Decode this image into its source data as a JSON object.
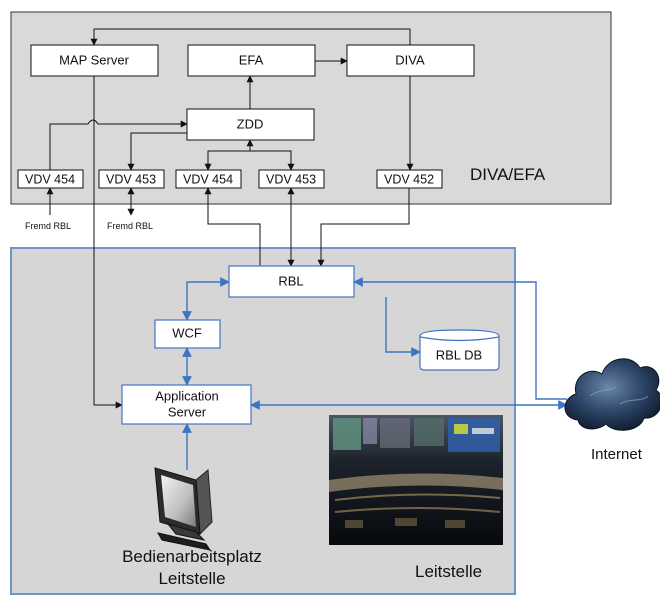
{
  "regions": {
    "diva_efa": "DIVA/EFA",
    "leitstelle": "Leitstelle"
  },
  "nodes": {
    "map_server": "MAP Server",
    "efa": "EFA",
    "diva": "DIVA",
    "zdd": "ZDD",
    "vdv454_left": "VDV 454",
    "vdv453_left": "VDV 453",
    "vdv454_mid": "VDV 454",
    "vdv453_mid": "VDV 453",
    "vdv452": "VDV 452",
    "rbl": "RBL",
    "wcf": "WCF",
    "rbl_db": "RBL DB",
    "app_server_line1": "Application",
    "app_server_line2": "Server"
  },
  "labels": {
    "fremd_rbl_1": "Fremd RBL",
    "fremd_rbl_2": "Fremd RBL",
    "internet": "Internet",
    "workstation_line1": "Bedienarbeitsplatz",
    "workstation_line2": "Leitstelle"
  },
  "icons": {
    "cloud": "internet-cloud-icon",
    "monitor": "workstation-monitor-icon",
    "photo": "control-room-photo"
  },
  "colors": {
    "black_line": "#111111",
    "blue_line": "#3f74c4",
    "diva_fill": "#d9d9d9",
    "leitstelle_fill": "#d6d6d6",
    "leitstelle_border": "#6e95c9"
  }
}
